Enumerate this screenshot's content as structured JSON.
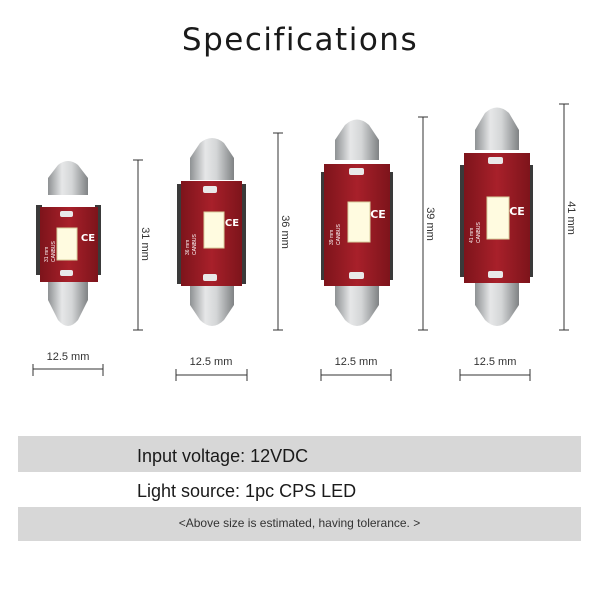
{
  "title": "Specifications",
  "bulbs": [
    {
      "length_label": "31 mm",
      "width_label": "12.5 mm",
      "pcb_text": "31 mm",
      "canbus_text": "CANBUS",
      "ce_mark": "CE"
    },
    {
      "length_label": "36 mm",
      "width_label": "12.5 mm",
      "pcb_text": "36 mm",
      "canbus_text": "CANBUS",
      "ce_mark": "CE"
    },
    {
      "length_label": "39 mm",
      "width_label": "12.5 mm",
      "pcb_text": "39 mm",
      "canbus_text": "CANBUS",
      "ce_mark": "CE"
    },
    {
      "length_label": "41 mm",
      "width_label": "12.5 mm",
      "pcb_text": "41 mm",
      "canbus_text": "CANBUS",
      "ce_mark": "CE"
    }
  ],
  "specs": {
    "input_voltage": "Input voltage: 12VDC",
    "light_source": "Light source:   1pc CPS LED",
    "note": "<Above size is estimated, having tolerance. >"
  },
  "colors": {
    "pcb": "#9b1b24",
    "cap": "#c9cbcc",
    "band": "#d7d7d7",
    "led": "#fffbe0"
  }
}
